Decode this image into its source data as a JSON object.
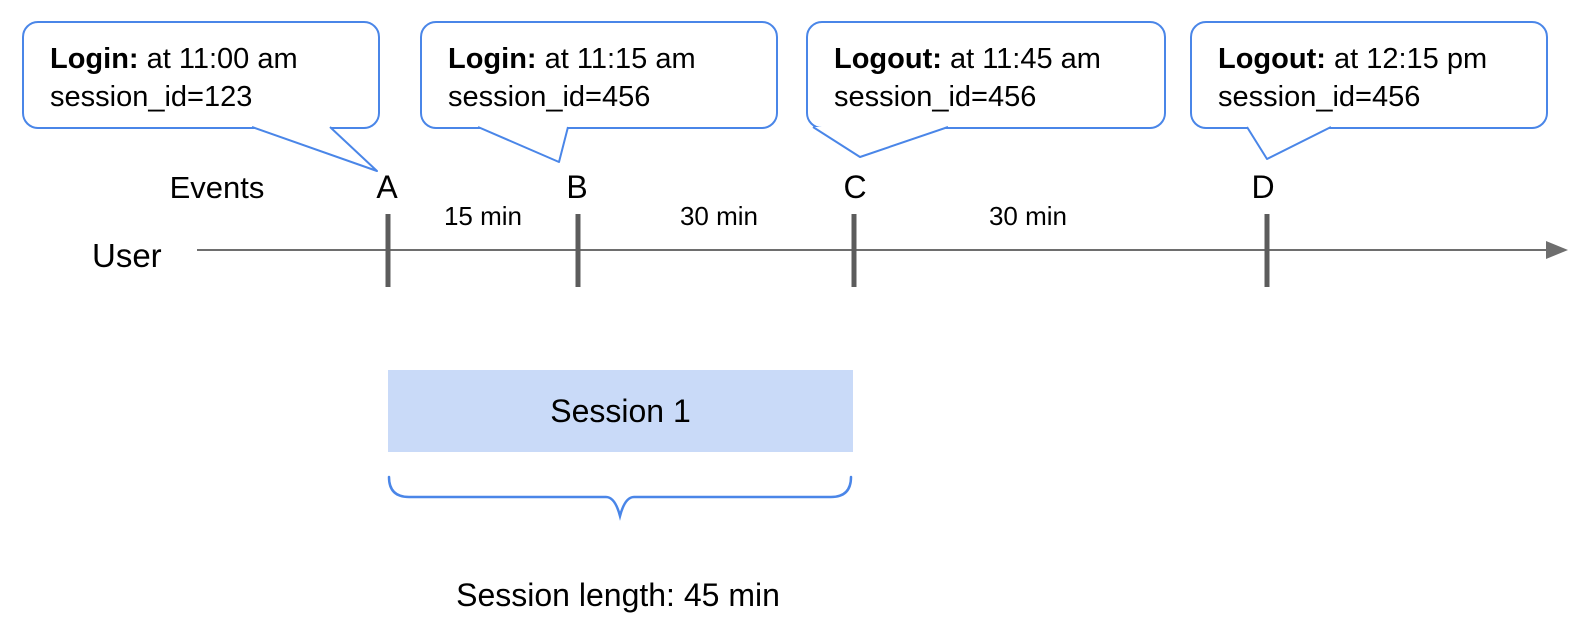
{
  "callouts": [
    {
      "event": "Login:",
      "time": " at 11:00 am",
      "session": "session_id=123",
      "marker": "A"
    },
    {
      "event": "Login:",
      "time": " at 11:15 am",
      "session": "session_id=456",
      "marker": "B"
    },
    {
      "event": "Logout:",
      "time": " at 11:45 am",
      "session": "session_id=456",
      "marker": "C"
    },
    {
      "event": "Logout:",
      "time": " at 12:15 pm",
      "session": "session_id=456",
      "marker": "D"
    }
  ],
  "timeline": {
    "events_label": "Events",
    "user_label": "User",
    "markers": [
      "A",
      "B",
      "C",
      "D"
    ],
    "intervals": [
      "15 min",
      "30 min",
      "30 min"
    ]
  },
  "session": {
    "label": "Session 1",
    "length": "Session length: 45 min"
  },
  "colors": {
    "callout_border": "#4a86e8",
    "session_fill": "#c9daf8",
    "brace": "#4a86e8",
    "timeline_axis": "#6e6e6e",
    "tick": "#5c5c5c",
    "text": "#000000",
    "background": "#ffffff"
  }
}
